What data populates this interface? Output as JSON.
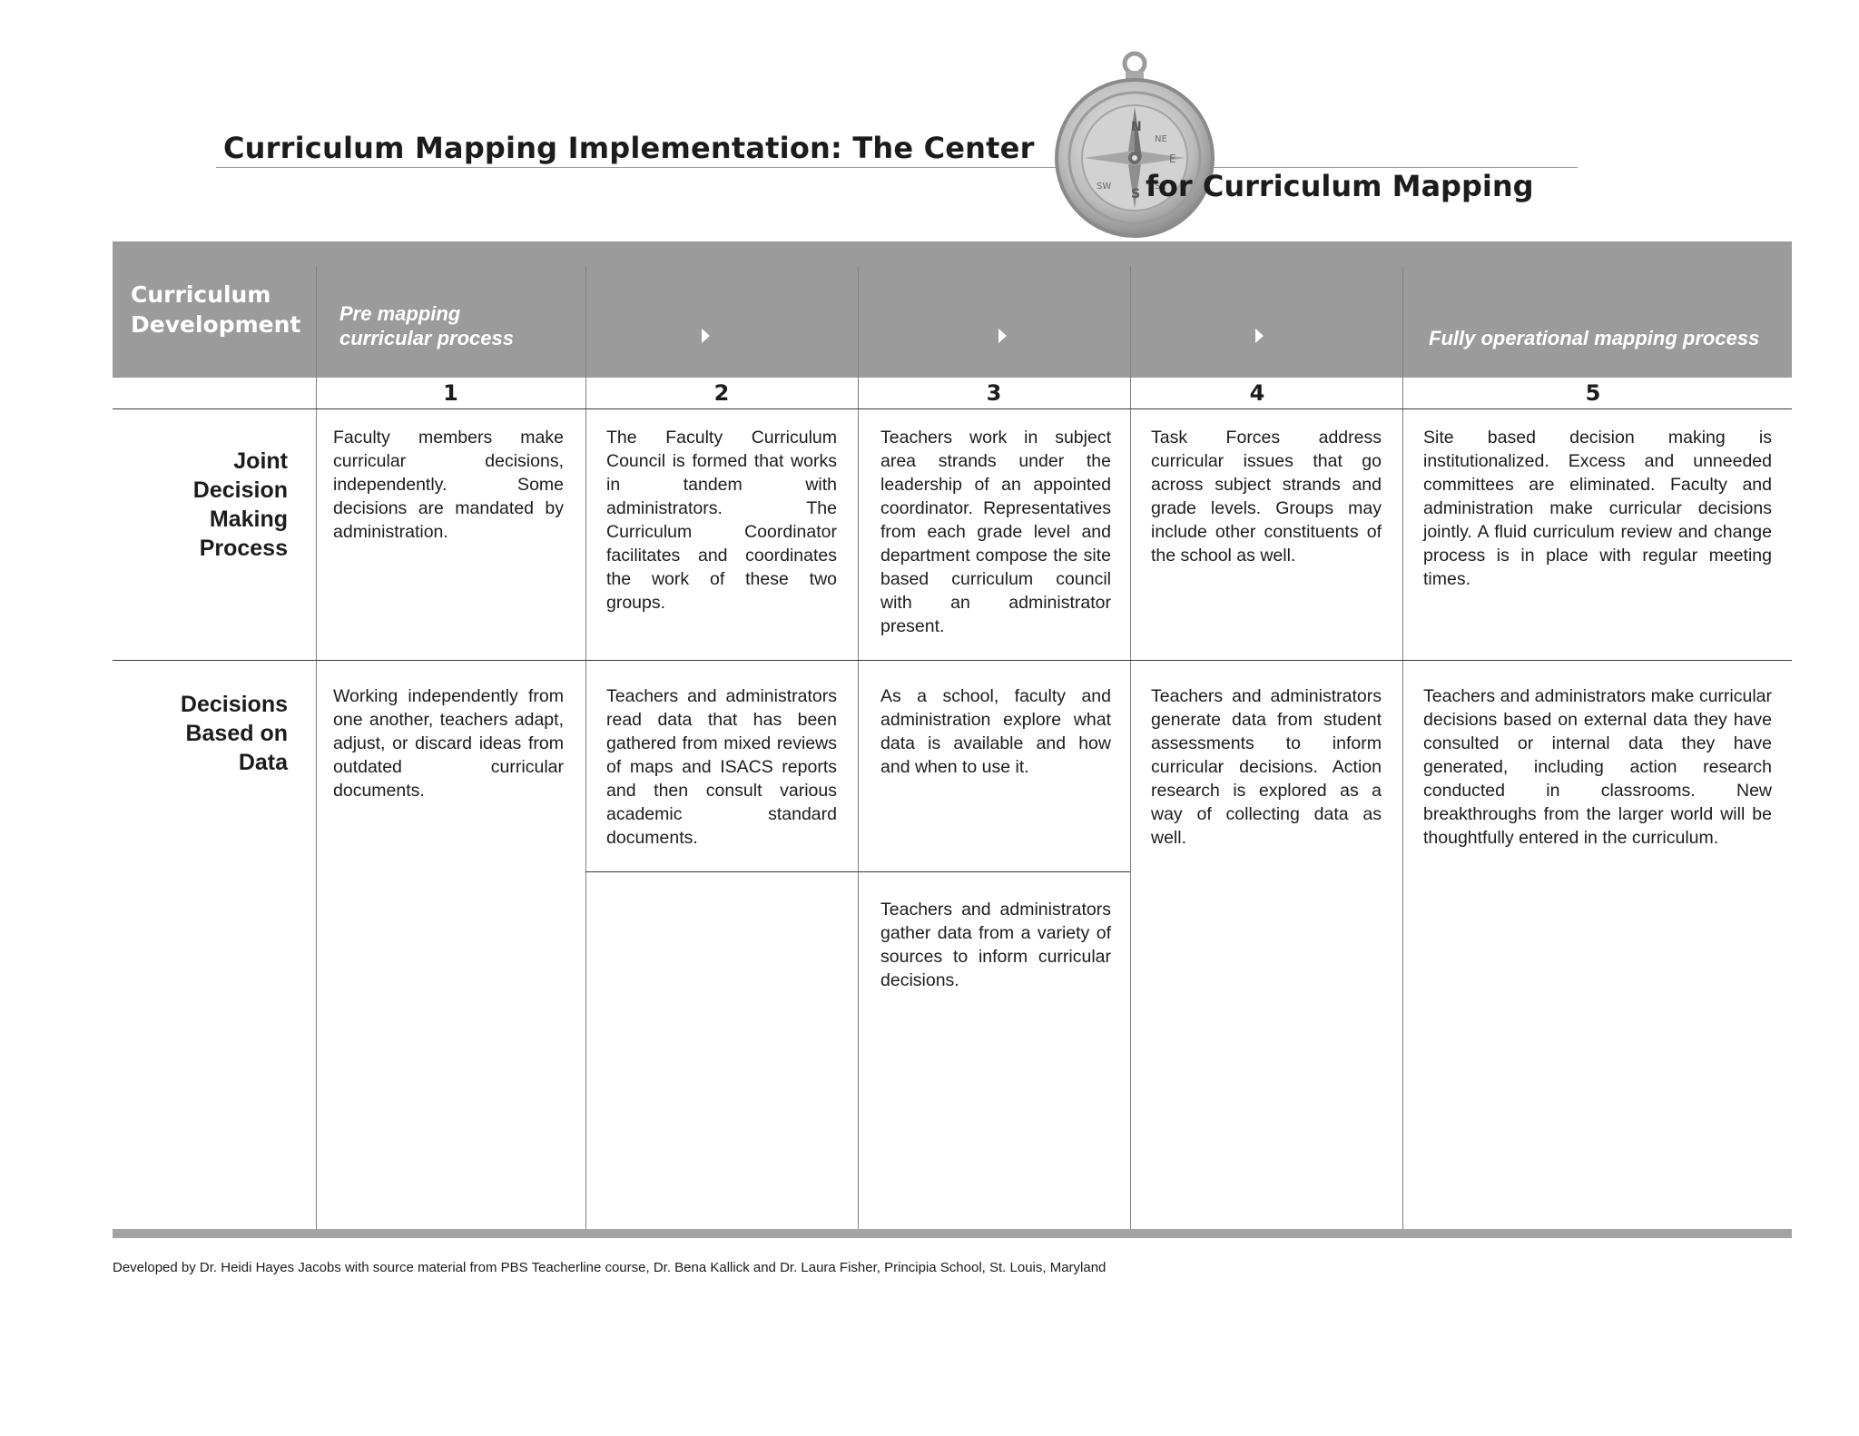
{
  "title": {
    "line1": "Curriculum Mapping Implementation:  The Center",
    "line2": "for Curriculum Mapping"
  },
  "logo": {
    "icon": "compass-icon",
    "letters": [
      "N",
      "NE",
      "E",
      "SE",
      "S",
      "SW"
    ]
  },
  "header": {
    "title_line1": "Curriculum",
    "title_line2": "Development",
    "stage_start_line1": "Pre mapping",
    "stage_start_line2": "curricular process",
    "stage_end": "Fully operational mapping process",
    "arrow_icon": "triangle-right-icon"
  },
  "columns": [
    "1",
    "2",
    "3",
    "4",
    "5"
  ],
  "rows": [
    {
      "label": [
        "Joint",
        "Decision",
        "Making",
        "Process"
      ],
      "cells": [
        "Faculty members make curricular decisions, independently. Some decisions are mandated by administration.",
        "The Faculty Curriculum Council is formed that works in tandem with administrators. The Curriculum Coordinator facilitates and coordinates the work of these two groups.",
        "Teachers work in subject area strands under the leadership of an appointed coordinator. Representatives from each grade level and department compose the site based curriculum council with an administrator present.",
        "Task Forces address curricular issues that go across subject strands and grade levels. Groups may include other constituents of the school as well.",
        "Site based decision making is institutionalized. Excess and unneeded committees are eliminated. Faculty and administration make curricular decisions jointly. A fluid curriculum review and change process is in place with regular meeting times."
      ]
    },
    {
      "label": [
        "Decisions",
        "Based on",
        "Data"
      ],
      "cells": [
        "Working independently from one another, teachers adapt, adjust, or discard ideas from outdated curricular documents.",
        "Teachers and administrators read data that has been gathered from mixed reviews of maps and ISACS reports and then consult various academic standard documents.",
        "As a school, faculty and administration explore what data is available and how and when to use it.",
        "Teachers and administrators generate data from student assessments to inform curricular decisions. Action research is explored as a way of collecting data as well.",
        "Teachers and administrators make curricular decisions based on external data they have consulted or internal data they have generated, including action research conducted in classrooms. New breakthroughs from the larger world will be thoughtfully entered in the curriculum."
      ],
      "extra_cell": "Teachers and administrators gather data from a variety of sources to inform curricular decisions."
    }
  ],
  "footer": "Developed by Dr. Heidi Hayes Jacobs with source material from PBS Teacherline course, Dr. Bena Kallick and Dr. Laura Fisher, Principia School, St. Louis, Maryland"
}
